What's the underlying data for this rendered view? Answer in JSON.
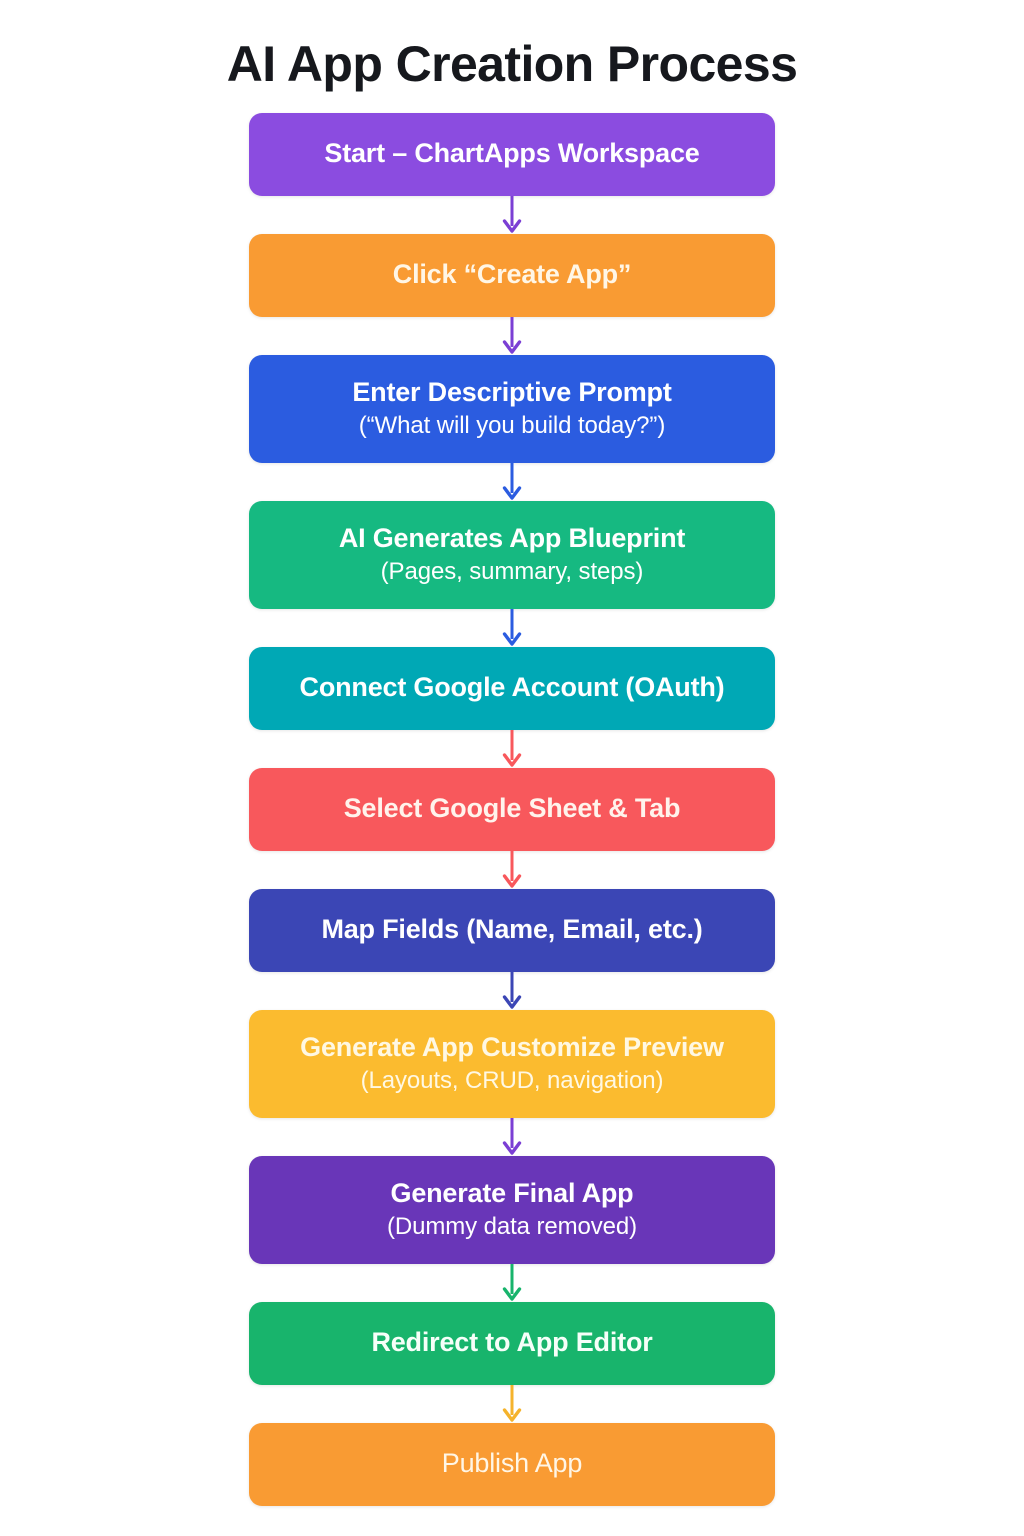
{
  "title": "AI App Creation Process",
  "diagram": {
    "type": "flowchart",
    "orientation": "vertical",
    "background": "#ffffff",
    "nodes": [
      {
        "id": "start",
        "primary": "Start – ChartApps Workspace",
        "secondary": "",
        "fill": "#8b4ce0",
        "text_color": "#ffffff",
        "primary_weight": "bold"
      },
      {
        "id": "create-app",
        "primary": "Click “Create App”",
        "secondary": "",
        "fill": "#f99b33",
        "text_color": "#fff6e6",
        "primary_weight": "bold"
      },
      {
        "id": "enter-prompt",
        "primary": "Enter Descriptive Prompt",
        "secondary": "(“What will you build today?”)",
        "fill": "#2b5ce0",
        "text_color": "#ffffff",
        "primary_weight": "bold"
      },
      {
        "id": "ai-blueprint",
        "primary": "AI Generates App Blueprint",
        "secondary": "(Pages, summary, steps)",
        "fill": "#16b981",
        "text_color": "#ffffff",
        "primary_weight": "bold"
      },
      {
        "id": "connect-google",
        "primary": "Connect Google Account (OAuth)",
        "secondary": "",
        "fill": "#00a8b5",
        "text_color": "#ffffff",
        "primary_weight": "bold"
      },
      {
        "id": "select-sheet",
        "primary": "Select Google Sheet & Tab",
        "secondary": "",
        "fill": "#f8585c",
        "text_color": "#fff3ec",
        "primary_weight": "bold"
      },
      {
        "id": "map-fields",
        "primary": "Map Fields (Name, Email, etc.)",
        "secondary": "",
        "fill": "#3b46b5",
        "text_color": "#ffffff",
        "primary_weight": "bold"
      },
      {
        "id": "customize-preview",
        "primary": "Generate App Customize Preview",
        "secondary": "(Layouts, CRUD, navigation)",
        "fill": "#fbbb2f",
        "text_color": "#fff8e3",
        "primary_weight": "bold"
      },
      {
        "id": "generate-final",
        "primary": "Generate Final App",
        "secondary": "(Dummy data removed)",
        "fill": "#6936b8",
        "text_color": "#ffffff",
        "primary_weight": "bold"
      },
      {
        "id": "redirect-editor",
        "primary": "Redirect to App Editor",
        "secondary": "",
        "fill": "#18b46c",
        "text_color": "#f6fff9",
        "primary_weight": "bold"
      },
      {
        "id": "publish-app",
        "primary": "Publish App",
        "secondary": "",
        "fill": "#f99b33",
        "text_color": "#fff6e6",
        "primary_weight": "light"
      }
    ],
    "connectors": [
      {
        "from": "start",
        "to": "create-app",
        "color": "#7b3fd4"
      },
      {
        "from": "create-app",
        "to": "enter-prompt",
        "color": "#7b3fd4"
      },
      {
        "from": "enter-prompt",
        "to": "ai-blueprint",
        "color": "#2b5ce0"
      },
      {
        "from": "ai-blueprint",
        "to": "connect-google",
        "color": "#2b5ce0"
      },
      {
        "from": "connect-google",
        "to": "select-sheet",
        "color": "#f8585c"
      },
      {
        "from": "select-sheet",
        "to": "map-fields",
        "color": "#f8585c"
      },
      {
        "from": "map-fields",
        "to": "customize-preview",
        "color": "#3b46b5"
      },
      {
        "from": "customize-preview",
        "to": "generate-final",
        "color": "#7b3fd4"
      },
      {
        "from": "generate-final",
        "to": "redirect-editor",
        "color": "#18b46c"
      },
      {
        "from": "redirect-editor",
        "to": "publish-app",
        "color": "#f5b32c"
      }
    ]
  }
}
